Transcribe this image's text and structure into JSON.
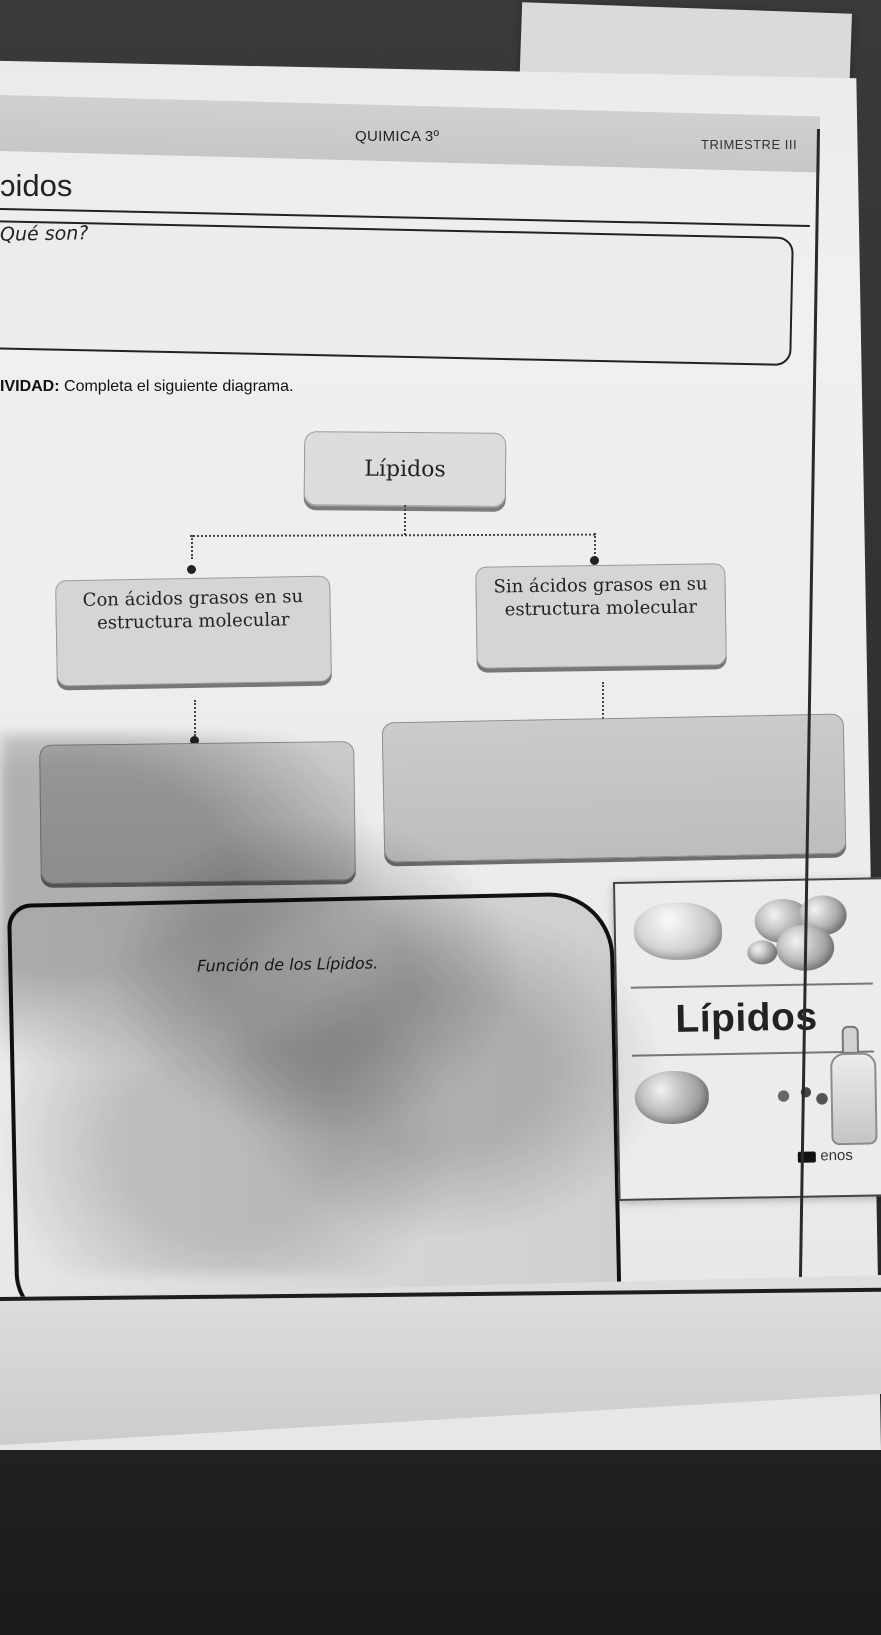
{
  "header": {
    "subject": "QUIMICA 3º",
    "term": "TRIMESTRE III"
  },
  "lesson": {
    "title": "ɔidos",
    "question": "Qué son?"
  },
  "activity": {
    "prefix": "IVIDAD:",
    "instruction": " Completa el siguiente diagrama."
  },
  "diagram": {
    "root": "Lípidos",
    "left_node": "Con ácidos grasos en su estructura molecular",
    "right_node": "Sin ácidos grasos en su estructura molecular"
  },
  "function_section": {
    "title": "Función de los Lípidos."
  },
  "card": {
    "title": "Lípidos",
    "brand": "enos"
  }
}
